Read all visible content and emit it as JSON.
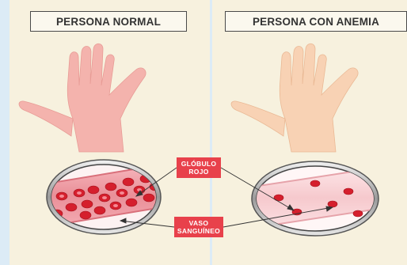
{
  "panels": {
    "normal_title": "PERSONA NORMAL",
    "anemia_title": "PERSONA CON ANEMIA"
  },
  "labels": {
    "globulo_line1": "GLÓBULO",
    "globulo_line2": "ROJO",
    "vaso_line1": "VASO",
    "vaso_line2": "SANGUÍNEO"
  },
  "colors": {
    "background": "#dcebf6",
    "panel": "#f7f1de",
    "hand_normal": "#f4b3ad",
    "hand_anemia": "#f8d2b4",
    "blood_cell": "#d51f2d",
    "label_box": "#e8414b"
  }
}
